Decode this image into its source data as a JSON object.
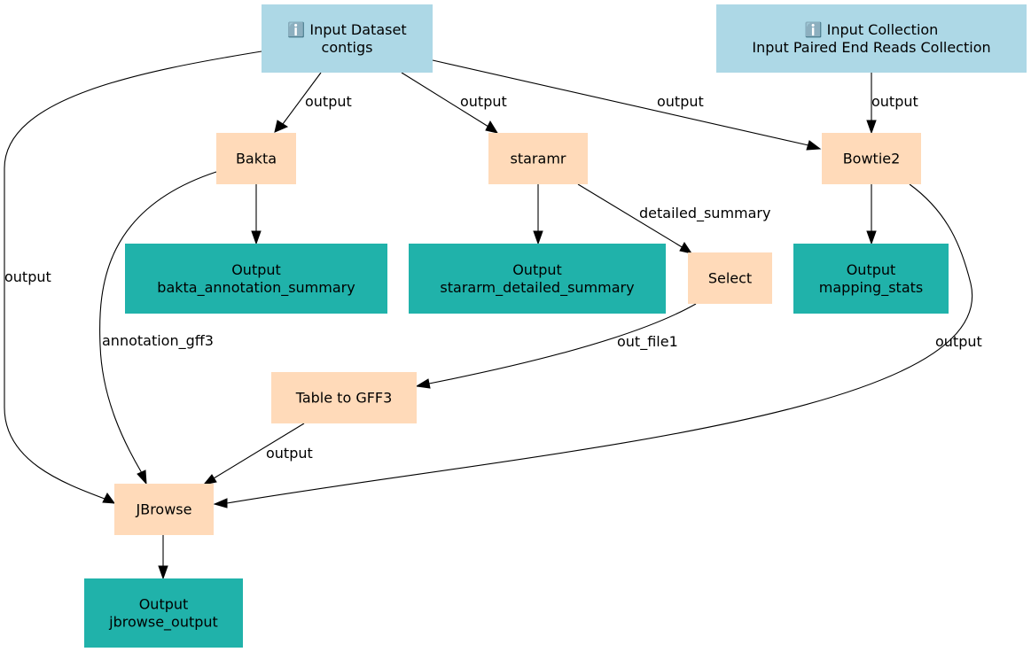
{
  "colors": {
    "input_fill": "#add8e6",
    "tool_fill": "#ffdab9",
    "output_fill": "#20b2aa",
    "edge": "#000000",
    "text": "#000000"
  },
  "nodes": [
    {
      "id": "input-dataset",
      "kind": "input",
      "icon": "info-icon",
      "lines": [
        "ℹ️ Input Dataset",
        "contigs"
      ]
    },
    {
      "id": "input-collection",
      "kind": "input",
      "icon": "info-icon",
      "lines": [
        "ℹ️ Input Collection",
        "Input Paired End Reads Collection"
      ]
    },
    {
      "id": "bakta",
      "kind": "tool",
      "lines": [
        "Bakta"
      ]
    },
    {
      "id": "staramr",
      "kind": "tool",
      "lines": [
        "staramr"
      ]
    },
    {
      "id": "bowtie2",
      "kind": "tool",
      "lines": [
        "Bowtie2"
      ]
    },
    {
      "id": "output-bakta",
      "kind": "output",
      "lines": [
        "Output",
        "bakta_annotation_summary"
      ]
    },
    {
      "id": "output-staramr",
      "kind": "output",
      "lines": [
        "Output",
        "stararm_detailed_summary"
      ]
    },
    {
      "id": "select",
      "kind": "tool",
      "lines": [
        "Select"
      ]
    },
    {
      "id": "output-mapping",
      "kind": "output",
      "lines": [
        "Output",
        "mapping_stats"
      ]
    },
    {
      "id": "table-to-gff3",
      "kind": "tool",
      "lines": [
        "Table to GFF3"
      ]
    },
    {
      "id": "jbrowse",
      "kind": "tool",
      "lines": [
        "JBrowse"
      ]
    },
    {
      "id": "output-jbrowse",
      "kind": "output",
      "lines": [
        "Output",
        "jbrowse_output"
      ]
    }
  ],
  "edges": [
    {
      "id": "dataset-to-bakta",
      "from": "input-dataset",
      "to": "bakta",
      "label": "output"
    },
    {
      "id": "dataset-to-staramr",
      "from": "input-dataset",
      "to": "staramr",
      "label": "output"
    },
    {
      "id": "dataset-to-bowtie2",
      "from": "input-dataset",
      "to": "bowtie2",
      "label": "output"
    },
    {
      "id": "collection-to-bowtie2",
      "from": "input-collection",
      "to": "bowtie2",
      "label": "output"
    },
    {
      "id": "dataset-to-jbrowse",
      "from": "input-dataset",
      "to": "jbrowse",
      "label": "output"
    },
    {
      "id": "bakta-to-output",
      "from": "bakta",
      "to": "output-bakta",
      "label": ""
    },
    {
      "id": "bakta-to-jbrowse",
      "from": "bakta",
      "to": "jbrowse",
      "label": "annotation_gff3"
    },
    {
      "id": "staramr-to-output",
      "from": "staramr",
      "to": "output-staramr",
      "label": ""
    },
    {
      "id": "staramr-to-select",
      "from": "staramr",
      "to": "select",
      "label": "detailed_summary"
    },
    {
      "id": "bowtie2-to-output",
      "from": "bowtie2",
      "to": "output-mapping",
      "label": ""
    },
    {
      "id": "bowtie2-to-jbrowse",
      "from": "bowtie2",
      "to": "jbrowse",
      "label": "output"
    },
    {
      "id": "select-to-table",
      "from": "select",
      "to": "table-to-gff3",
      "label": "out_file1"
    },
    {
      "id": "table-to-jbrowse",
      "from": "table-to-gff3",
      "to": "jbrowse",
      "label": "output"
    },
    {
      "id": "jbrowse-to-output",
      "from": "jbrowse",
      "to": "output-jbrowse",
      "label": ""
    }
  ]
}
